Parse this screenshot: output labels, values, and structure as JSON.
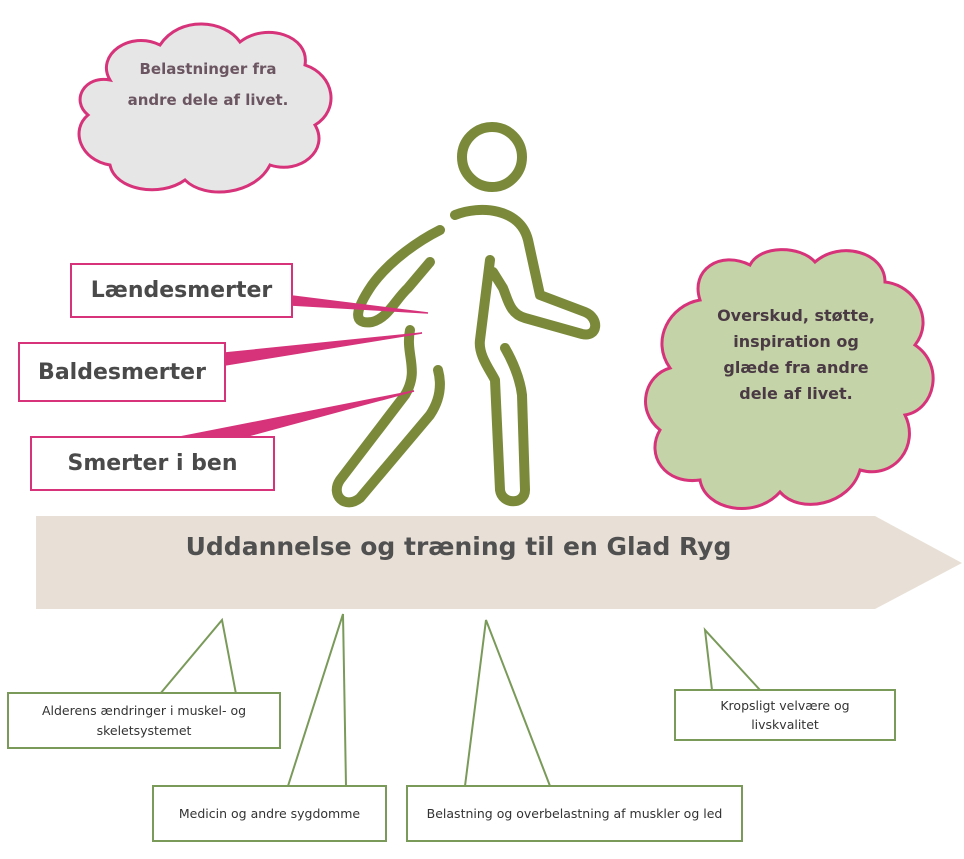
{
  "clouds": {
    "gray": {
      "line1": "Belastninger fra",
      "line2": "andre dele af livet."
    },
    "green": {
      "text": "Overskud, støtte, inspiration og glæde fra andre dele af livet."
    }
  },
  "pain_labels": [
    "Lændesmerter",
    "Baldesmerter",
    "Smerter i ben"
  ],
  "arrow": {
    "title": "Uddannelse og træning til en Glad Ryg"
  },
  "callouts": [
    "Alderens ændringer i muskel- og skeletsystemet",
    "Medicin og andre sygdomme",
    "Belastning og overbelastning af muskler og led",
    "Kropsligt velvære og livskvalitet"
  ],
  "colors": {
    "magenta": "#d6337a",
    "olive": "#7a8a3a",
    "cloud_gray": "#e6e6e6",
    "cloud_green": "#c5d3a8",
    "arrow_fill": "#e8e0d7",
    "callout_border": "#7a9a5a"
  }
}
